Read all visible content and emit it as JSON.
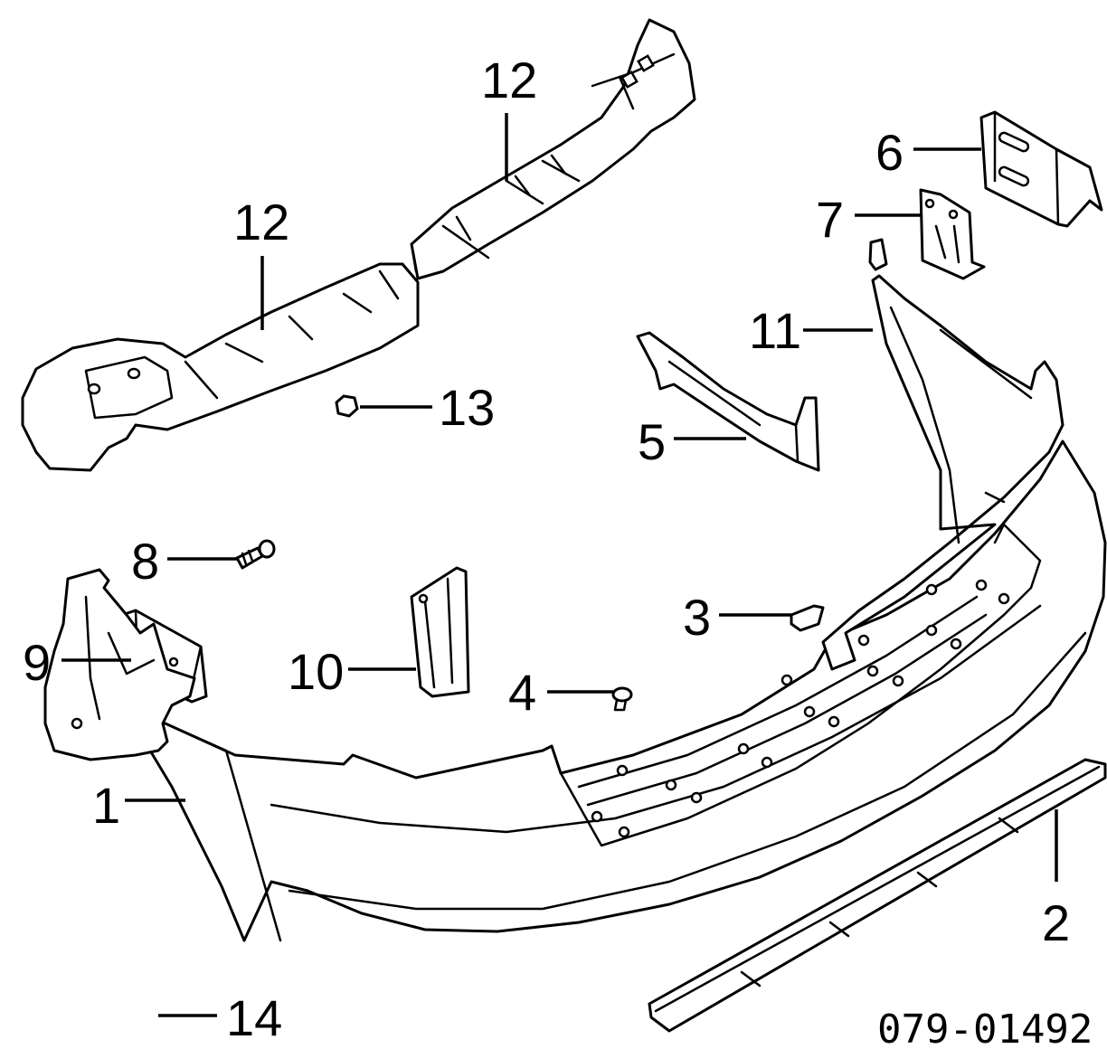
{
  "callouts": [
    {
      "id": "c1",
      "label": "1"
    },
    {
      "id": "c2",
      "label": "2"
    },
    {
      "id": "c3",
      "label": "3"
    },
    {
      "id": "c4",
      "label": "4"
    },
    {
      "id": "c5",
      "label": "5"
    },
    {
      "id": "c6",
      "label": "6"
    },
    {
      "id": "c7",
      "label": "7"
    },
    {
      "id": "c8",
      "label": "8"
    },
    {
      "id": "c9",
      "label": "9"
    },
    {
      "id": "c10",
      "label": "10"
    },
    {
      "id": "c11",
      "label": "11"
    },
    {
      "id": "c12a",
      "label": "12"
    },
    {
      "id": "c12b",
      "label": "12"
    },
    {
      "id": "c13",
      "label": "13"
    },
    {
      "id": "c14",
      "label": "14"
    }
  ],
  "diagram_ref": "079-01492"
}
